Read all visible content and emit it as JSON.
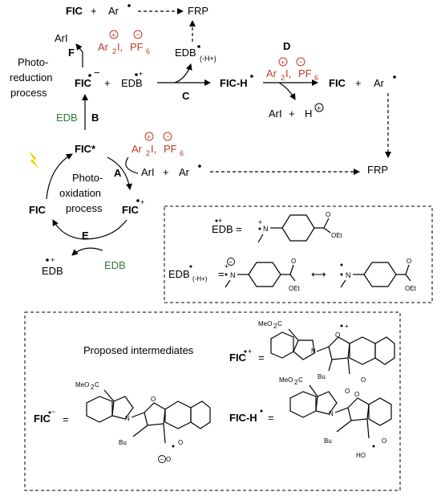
{
  "scheme": {
    "fic": "FIC",
    "fic_star": "FIC*",
    "fic_h": "FIC-H",
    "ar": "Ar",
    "ar2i": "Ar",
    "ar2i_sub": "2",
    "ar2i_tail": "I,",
    "pf6": "PF",
    "pf6_sub": "6",
    "ari": "ArI",
    "frp": "FRP",
    "edb": "EDB",
    "edb_h_sub": "(-H+)",
    "h": "H",
    "plus": "+",
    "photoreduction": [
      "Photo-",
      "reduction",
      "process"
    ],
    "photooxidation": [
      "Photo-",
      "oxidation",
      "process"
    ],
    "steps": {
      "A": "A",
      "B": "B",
      "C": "C",
      "D": "D",
      "E": "E",
      "F": "F"
    }
  },
  "legend_box": {
    "edb_label": "EDB",
    "edb_h_label": "EDB",
    "edb_h_sub": "(-H+)",
    "equals": "=",
    "oet": "OEt",
    "n": "N"
  },
  "intermediates": {
    "title": "Proposed intermediates",
    "fic_radical_cation": "FIC",
    "fic_radical_anion": "FIC",
    "fic_h": "FIC-H",
    "meo2c": "MeO",
    "meo2c_sub": "2",
    "meo2c_tail": "C",
    "bu": "Bu",
    "n": "N",
    "o": "O",
    "ho": "HO",
    "equals": "="
  },
  "colors": {
    "red": "#c0392b",
    "green": "#2e7d32",
    "lightning": "#f5d000"
  }
}
